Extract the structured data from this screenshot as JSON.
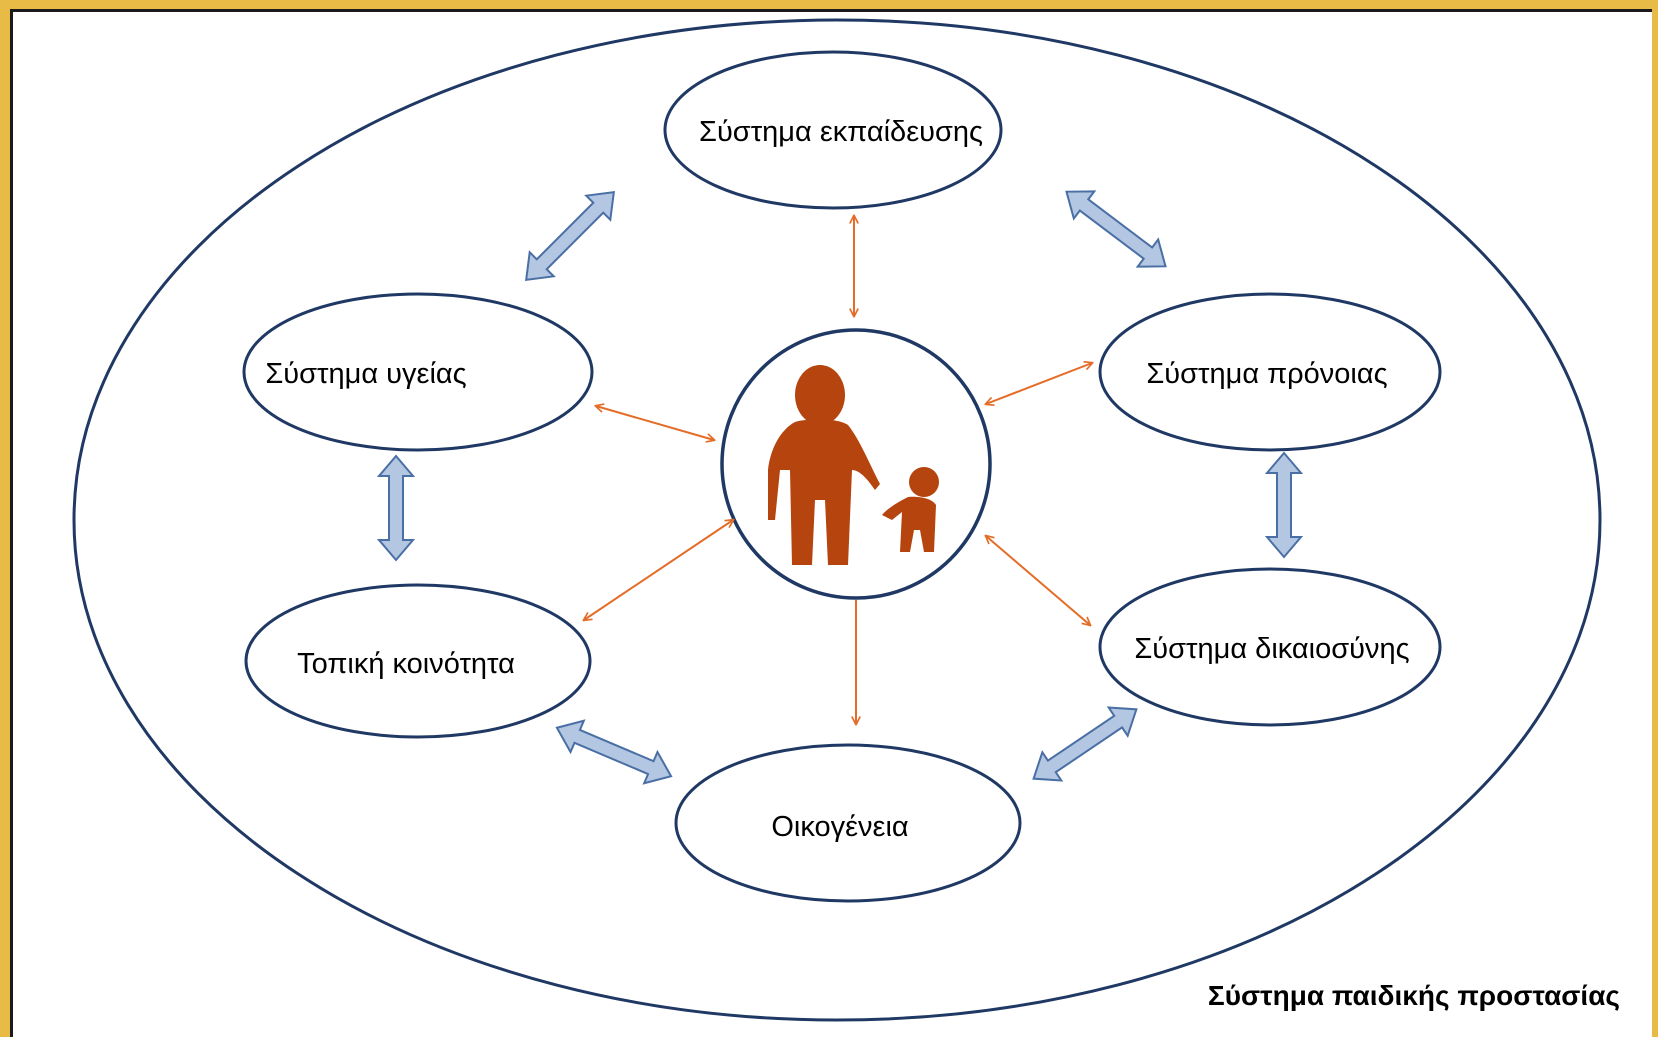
{
  "diagram": {
    "outer_label": "Σύστημα παιδικής προστασίας",
    "nodes": {
      "education": "Σύστημα εκπαίδευσης",
      "health": "Σύστημα υγείας",
      "welfare": "Σύστημα πρόνοιας",
      "community": "Τοπική κοινότητα",
      "justice": "Σύστημα δικαιοσύνης",
      "family": "Οικογένεια"
    },
    "center_icon": "parent-child-silhouette-icon"
  },
  "colors": {
    "frame": "#e7bb46",
    "ellipse_stroke": "#1f3864",
    "orange_arrow": "#e46c26",
    "block_arrow_fill": "#b4c7e2",
    "block_arrow_stroke": "#4a6fa5",
    "silhouette": "#b5440e"
  }
}
